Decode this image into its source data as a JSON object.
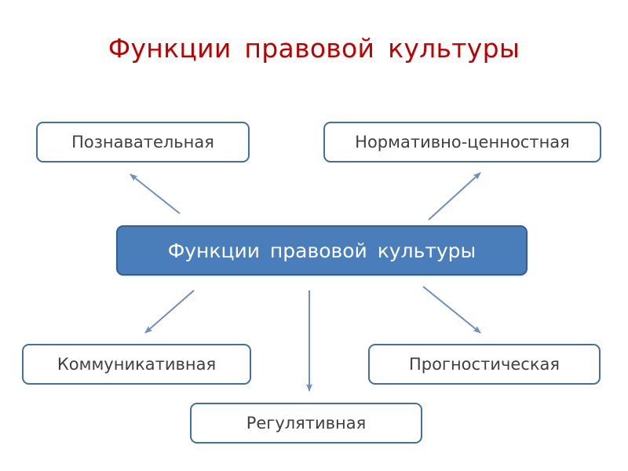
{
  "title": "Функции правовой культуры",
  "center": "Функции правовой культуры",
  "nodes": {
    "cognitive": "Познавательная",
    "normative": "Нормативно-ценностная",
    "communicative": "Коммуникативная",
    "prognostic": "Прогностическая",
    "regulative": "Регулятивная"
  },
  "colors": {
    "title": "#c00000",
    "center_fill": "#4a7ebb",
    "box_border": "#41719c",
    "arrow": "#6d8fc4"
  }
}
